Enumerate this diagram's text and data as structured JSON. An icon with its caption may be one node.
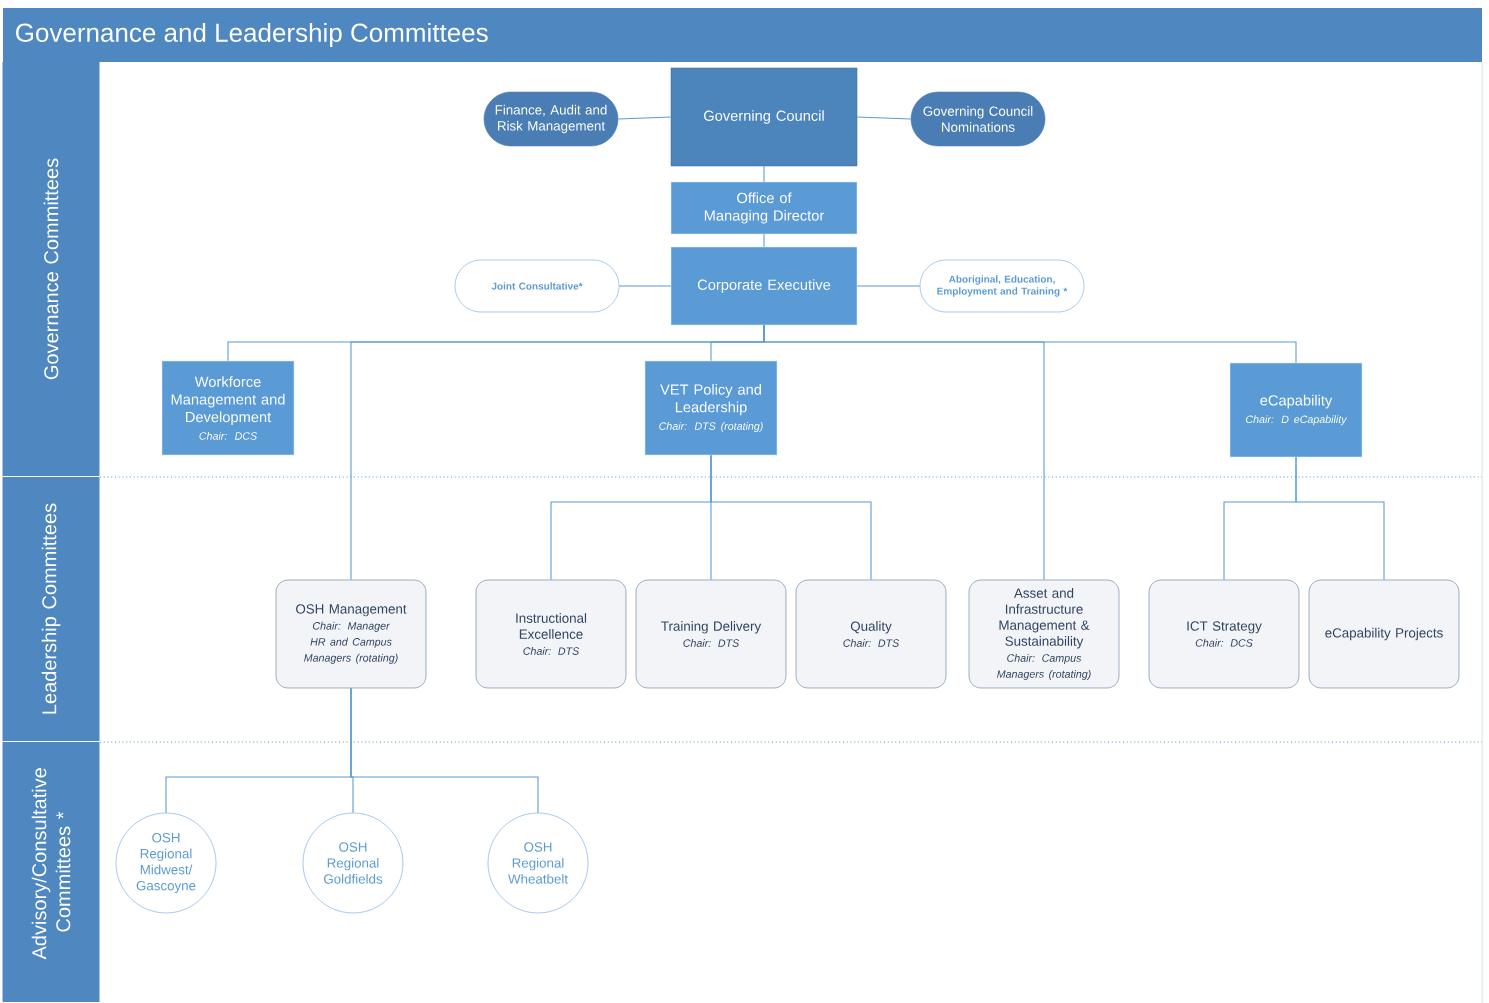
{
  "diagram": {
    "title": "Governance and Leadership Committees",
    "nodes": [
      {
        "text": [
          "Governance Committees"
        ]
      },
      {
        "text": [
          "Leadership Committees"
        ]
      },
      {
        "text": [
          "Advisory/Consultative Committees *"
        ]
      },
      {
        "text": [
          "Governing Council"
        ]
      },
      {
        "text": [
          "Finance, Audit and Risk Management"
        ]
      },
      {
        "text": [
          "Governing Council Nominations"
        ]
      },
      {
        "text": [
          "Office of Managing Director"
        ]
      },
      {
        "text": [
          "Joint Consultative*"
        ]
      },
      {
        "text": [
          "Corporate Executive"
        ]
      },
      {
        "text": [
          "Aboriginal, Education, Employment and Training *"
        ]
      },
      {
        "text": [
          "Workforce Management and Development",
          "Chair: DCS"
        ]
      },
      {
        "text": [
          "VET Policy and Leadership",
          "Chair: DTS (rotating)"
        ]
      },
      {
        "text": [
          "eCapability",
          "Chair: D eCapability"
        ]
      },
      {
        "text": [
          "OSH Management",
          "Chair: Manager HR and Campus Managers (rotating)"
        ]
      },
      {
        "text": [
          "Instructional Excellence",
          "Chair: DTS"
        ]
      },
      {
        "text": [
          "Training Delivery",
          "Chair: DTS"
        ]
      },
      {
        "text": [
          "Quality",
          "Chair: DTS"
        ]
      },
      {
        "text": [
          "Asset and Infrastructure Management & Sustainability",
          "Chair: Campus Managers (rotating)"
        ]
      },
      {
        "text": [
          "ICT Strategy",
          "Chair: DCS"
        ]
      },
      {
        "text": [
          "eCapability Projects"
        ]
      },
      {
        "text": [
          "OSH Regional Midwest/ Gascoyne"
        ]
      },
      {
        "text": [
          "OSH Regional Goldfields"
        ]
      },
      {
        "text": [
          "OSH Regional Wheatbelt"
        ]
      }
    ],
    "edges": [
      {
        "from": 4,
        "to": 3,
        "arrow": "none"
      },
      {
        "from": 3,
        "to": 5,
        "arrow": "none"
      },
      {
        "from": 3,
        "to": 6,
        "arrow": "none"
      },
      {
        "from": 6,
        "to": 8,
        "arrow": "none"
      },
      {
        "from": 7,
        "to": 8,
        "arrow": "none"
      },
      {
        "from": 8,
        "to": 9,
        "arrow": "none"
      },
      {
        "from": 8,
        "to": 10,
        "arrow": "none"
      },
      {
        "from": 8,
        "to": 13,
        "arrow": "none"
      },
      {
        "from": 8,
        "to": 11,
        "arrow": "none"
      },
      {
        "from": 8,
        "to": 17,
        "arrow": "none"
      },
      {
        "from": 8,
        "to": 12,
        "arrow": "none"
      },
      {
        "from": 11,
        "to": 14,
        "arrow": "none"
      },
      {
        "from": 11,
        "to": 15,
        "arrow": "none"
      },
      {
        "from": 11,
        "to": 16,
        "arrow": "none"
      },
      {
        "from": 12,
        "to": 18,
        "arrow": "none"
      },
      {
        "from": 12,
        "to": 19,
        "arrow": "none"
      },
      {
        "from": 13,
        "to": 20,
        "arrow": "none"
      },
      {
        "from": 13,
        "to": 21,
        "arrow": "none"
      },
      {
        "from": 13,
        "to": 22,
        "arrow": "none"
      }
    ]
  }
}
